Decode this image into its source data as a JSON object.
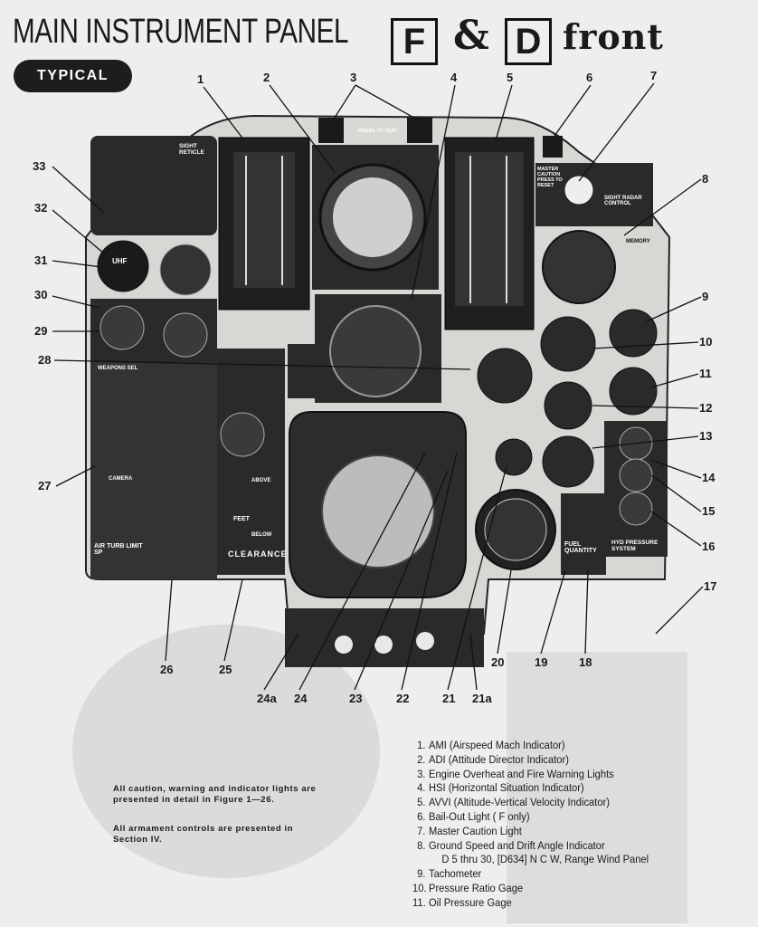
{
  "header": {
    "title": "MAIN INSTRUMENT PANEL",
    "letter_f": "F",
    "ampersand": "&",
    "letter_d": "D",
    "front": "front",
    "badge": "TYPICAL"
  },
  "callouts": [
    "1",
    "2",
    "3",
    "4",
    "5",
    "6",
    "7",
    "8",
    "9",
    "10",
    "11",
    "12",
    "13",
    "14",
    "15",
    "16",
    "17",
    "18",
    "19",
    "20",
    "21",
    "21a",
    "22",
    "23",
    "24",
    "24a",
    "25",
    "26",
    "27",
    "28",
    "29",
    "30",
    "31",
    "32",
    "33"
  ],
  "panel_labels": {
    "uhf": "UHF",
    "clearance": "CLEARANCE",
    "fuel_quantity": "FUEL QUANTITY",
    "hyd_pressure": "HYD PRESSURE SYSTEM",
    "air_turb": "AIR TURB LIMIT SP",
    "sight_reticle": "SIGHT RETICLE",
    "master_caution": "MASTER CAUTION PRESS TO RESET",
    "sight_radar": "SIGHT RADAR CONTROL",
    "memory": "MEMORY",
    "feet": "FEET",
    "above": "ABOVE",
    "below": "BELOW",
    "press_to_test": "PRESS TO TEST",
    "weapons_sel": "WEAPONS SEL",
    "camera": "CAMERA"
  },
  "notes": [
    "All caution, warning and indicator lights are presented in detail in Figure 1—26.",
    "All armament controls are presented in Section IV."
  ],
  "legend": [
    {
      "n": "1.",
      "text": "AMI (Airspeed Mach Indicator)"
    },
    {
      "n": "2.",
      "text": "ADI (Attitude Director Indicator)"
    },
    {
      "n": "3.",
      "text": "Engine Overheat and Fire Warning Lights"
    },
    {
      "n": "4.",
      "text": "HSI (Horizontal Situation Indicator)"
    },
    {
      "n": "5.",
      "text": "AVVI (Altitude-Vertical Velocity Indicator)"
    },
    {
      "n": "6.",
      "text": "Bail-Out Light ( F only)"
    },
    {
      "n": "7.",
      "text": "Master Caution Light"
    },
    {
      "n": "8.",
      "text": "Ground Speed and Drift Angle Indicator"
    },
    {
      "n": "",
      "text": "D 5 thru 30, [D634] N C W, Range Wind Panel"
    },
    {
      "n": "9.",
      "text": "Tachometer"
    },
    {
      "n": "10.",
      "text": "Pressure Ratio Gage"
    },
    {
      "n": "11.",
      "text": "Oil Pressure Gage"
    }
  ]
}
